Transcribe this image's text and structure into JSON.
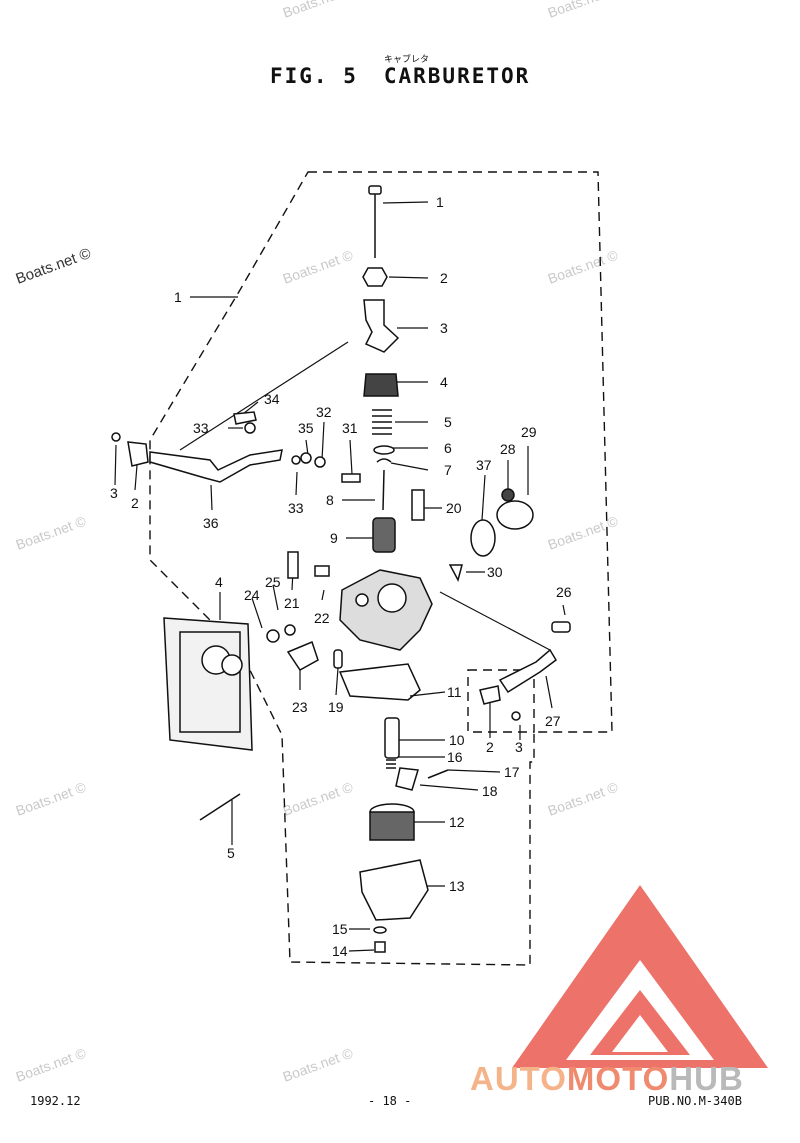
{
  "header": {
    "fig_label": "FIG. 5",
    "title": "CARBURETOR",
    "title_ruby": "キャブレタ"
  },
  "footer": {
    "date": "1992.12",
    "page": "- 18 -",
    "pub_no": "PUB.NO.M-340B"
  },
  "watermarks": {
    "text": "Boats.net ©"
  },
  "logo": {
    "part_a": "AUTO",
    "part_b": "MOTO",
    "part_c": "HUB",
    "colors": {
      "accent": "#f08a6e",
      "light": "#f5b38a",
      "grey": "#b9b9b9"
    }
  },
  "callouts": [
    "1",
    "2",
    "3",
    "4",
    "5",
    "6",
    "7",
    "8",
    "9",
    "10",
    "11",
    "12",
    "13",
    "14",
    "15",
    "16",
    "17",
    "18",
    "19",
    "20",
    "21",
    "22",
    "23",
    "24",
    "25",
    "26",
    "27",
    "28",
    "29",
    "30",
    "31",
    "32",
    "33",
    "34",
    "35",
    "36",
    "37"
  ]
}
